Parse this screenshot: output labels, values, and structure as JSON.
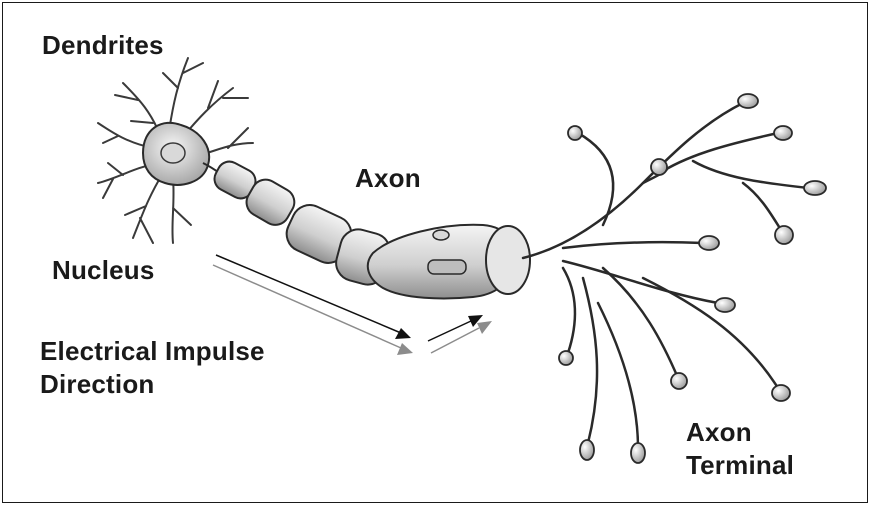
{
  "labels": {
    "dendrites": "Dendrites",
    "axon": "Axon",
    "nucleus": "Nucleus",
    "impulse_line1": "Electrical Impulse",
    "impulse_line2": "Direction",
    "terminal_line1": "Axon",
    "terminal_line2": "Terminal"
  },
  "colors": {
    "text": "#1a1a1a",
    "stroke": "#2a2a2a",
    "fill_light": "#eeeeee",
    "fill_mid": "#c8c8c8",
    "fill_dark": "#8a8a8a",
    "arrow_dark": "#111111",
    "arrow_gray": "#8c8c8c"
  }
}
